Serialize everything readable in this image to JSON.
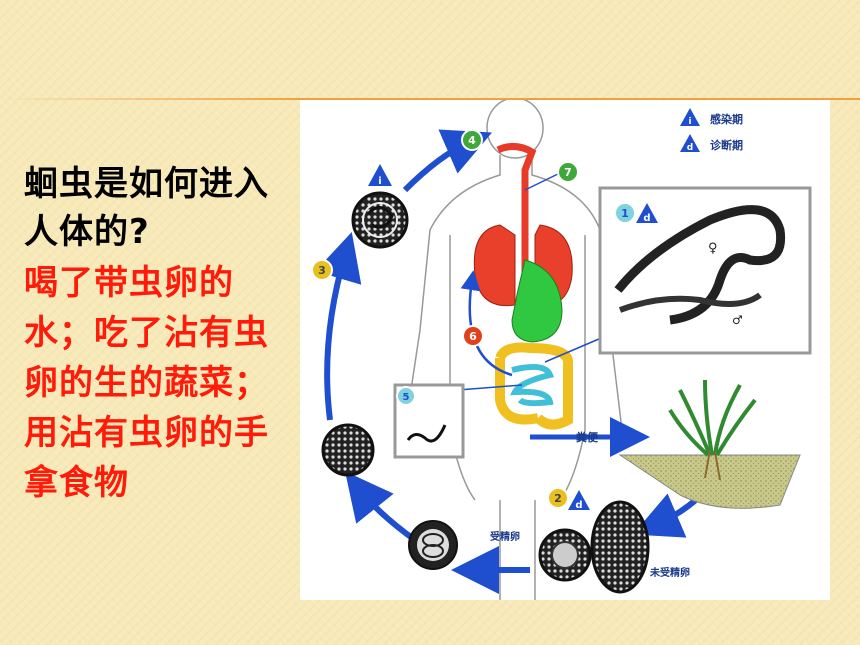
{
  "slide": {
    "question": "蛔虫是如何进入人体的?",
    "answer": "喝了带虫卵的水；吃了沾有虫卵的生的蔬菜；用沾有虫卵的手拿食物"
  },
  "diagram": {
    "legend": {
      "infective_marker": "i",
      "infective_label": "感染期",
      "diagnostic_marker": "d",
      "diagnostic_label": "诊断期"
    },
    "steps": {
      "s1": "1",
      "s2": "2",
      "s3": "3",
      "s4": "4",
      "s5": "5",
      "s6": "6",
      "s7": "7"
    },
    "stage_markers": {
      "step1_marker": "d",
      "step2_marker": "d",
      "egg_marker": "i"
    },
    "labels": {
      "feces": "粪便",
      "fertilized_egg": "受精卵",
      "unfertilized_egg": "未受精卵"
    },
    "worm_symbols": {
      "female": "♀",
      "male": "♂"
    }
  },
  "colors": {
    "background": "#f7e9b8",
    "answer_text": "#ff1a0a",
    "arrow_blue": "#1f4fcf",
    "step_green": "#3ea83a",
    "step_yellow": "#e8c020",
    "step_red": "#e0401a",
    "step_cyan": "#7fd3e0"
  }
}
